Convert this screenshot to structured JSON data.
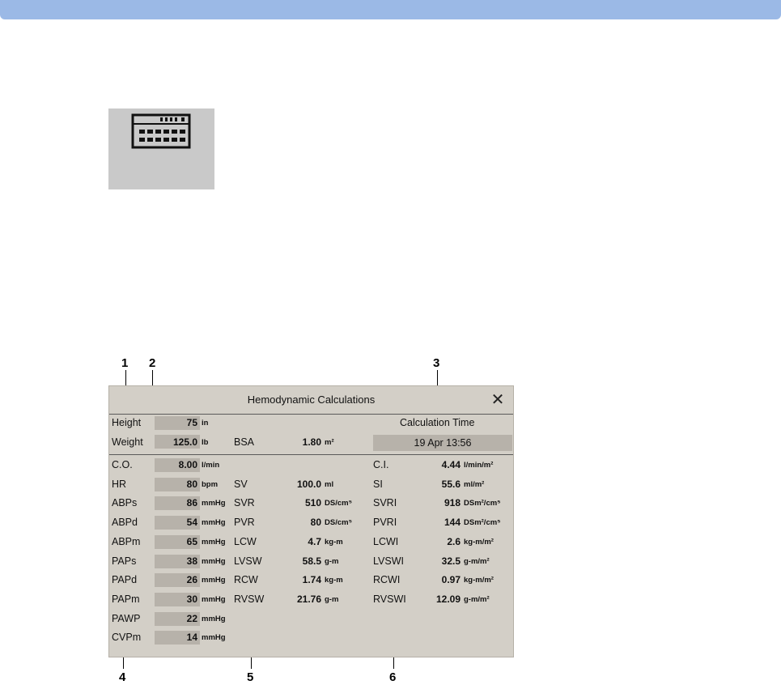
{
  "window": {
    "title": "Hemodynamic Calculations",
    "close_symbol": "✕",
    "height_label": "Height",
    "height_value": "75",
    "height_unit": "in",
    "weight_label": "Weight",
    "weight_value": "125.0",
    "weight_unit": "lb",
    "bsa_label": "BSA",
    "bsa_value": "1.80",
    "bsa_unit": "m²",
    "calc_time_label": "Calculation Time",
    "calc_time_value": "19  Apr  13:56"
  },
  "inputs": [
    {
      "label": "C.O.",
      "value": "8.00",
      "unit": "l/min"
    },
    {
      "label": "HR",
      "value": "80",
      "unit": "bpm"
    },
    {
      "label": "ABPs",
      "value": "86",
      "unit": "mmHg"
    },
    {
      "label": "ABPd",
      "value": "54",
      "unit": "mmHg"
    },
    {
      "label": "ABPm",
      "value": "65",
      "unit": "mmHg"
    },
    {
      "label": "PAPs",
      "value": "38",
      "unit": "mmHg"
    },
    {
      "label": "PAPd",
      "value": "26",
      "unit": "mmHg"
    },
    {
      "label": "PAPm",
      "value": "30",
      "unit": "mmHg"
    },
    {
      "label": "PAWP",
      "value": "22",
      "unit": "mmHg"
    },
    {
      "label": "CVPm",
      "value": "14",
      "unit": "mmHg"
    }
  ],
  "outputs": [
    {
      "label": "SV",
      "value": "100.0",
      "unit": "ml"
    },
    {
      "label": "SVR",
      "value": "510",
      "unit": "DS/cm⁵"
    },
    {
      "label": "PVR",
      "value": "80",
      "unit": "DS/cm⁵"
    },
    {
      "label": "LCW",
      "value": "4.7",
      "unit": "kg-m"
    },
    {
      "label": "LVSW",
      "value": "58.5",
      "unit": "g-m"
    },
    {
      "label": "RCW",
      "value": "1.74",
      "unit": "kg-m"
    },
    {
      "label": "RVSW",
      "value": "21.76",
      "unit": "g-m"
    }
  ],
  "indexed": [
    {
      "label": "C.I.",
      "value": "4.44",
      "unit": "l/min/m²"
    },
    {
      "label": "SI",
      "value": "55.6",
      "unit": "ml/m²"
    },
    {
      "label": "SVRI",
      "value": "918",
      "unit": "DSm²/cm⁵"
    },
    {
      "label": "PVRI",
      "value": "144",
      "unit": "DSm²/cm⁵"
    },
    {
      "label": "LCWI",
      "value": "2.6",
      "unit": "kg-m/m²"
    },
    {
      "label": "LVSWI",
      "value": "32.5",
      "unit": "g-m/m²"
    },
    {
      "label": "RCWI",
      "value": "0.97",
      "unit": "kg-m/m²"
    },
    {
      "label": "RVSWI",
      "value": "12.09",
      "unit": "g-m/m²"
    }
  ],
  "callouts": [
    "1",
    "2",
    "3",
    "4",
    "5",
    "6"
  ],
  "icon": {
    "name": "hemo-calc-icon"
  }
}
